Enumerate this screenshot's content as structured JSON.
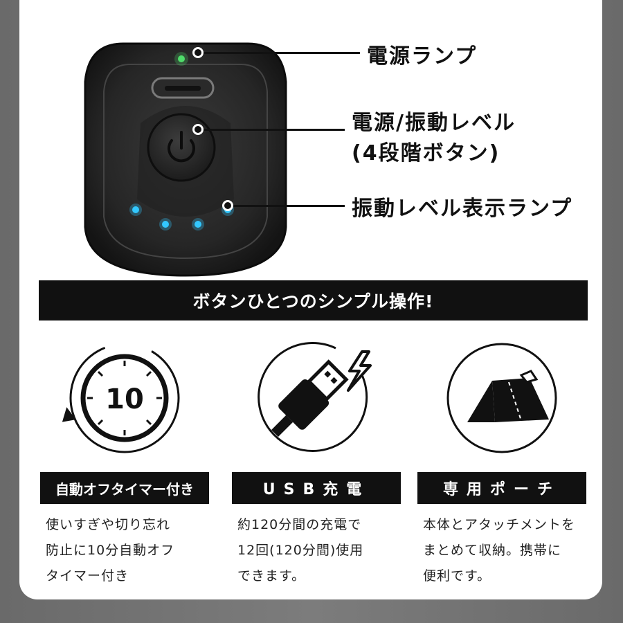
{
  "callouts": {
    "power_lamp": "電源ランプ",
    "power_button_line1": "電源/振動レベル",
    "power_button_line2": "(4段階ボタン)",
    "level_lamp": "振動レベル表示ランプ"
  },
  "banner": {
    "text": "ボタンひとつのシンプル操作!"
  },
  "features": [
    {
      "icon_text": "10",
      "icon": "timer-icon",
      "label": "自動オフタイマー付き",
      "desc_lines": [
        "使いすぎや切り忘れ",
        "防止に10分自動オフ",
        "タイマー付き"
      ]
    },
    {
      "icon": "usb-cable-icon",
      "label": "USB充電",
      "desc_lines": [
        "約120分間の充電で",
        "12回(120分間)使用",
        "できます。"
      ]
    },
    {
      "icon": "pouch-icon",
      "label": "専用ポーチ",
      "desc_lines": [
        "本体とアタッチメントを",
        "まとめて収納。携帯に",
        "便利です。"
      ]
    }
  ],
  "colors": {
    "indicator_green": "#4fdc6a",
    "indicator_blue": "#33c8ff",
    "background_gray": "#737373",
    "dark": "#111111"
  }
}
